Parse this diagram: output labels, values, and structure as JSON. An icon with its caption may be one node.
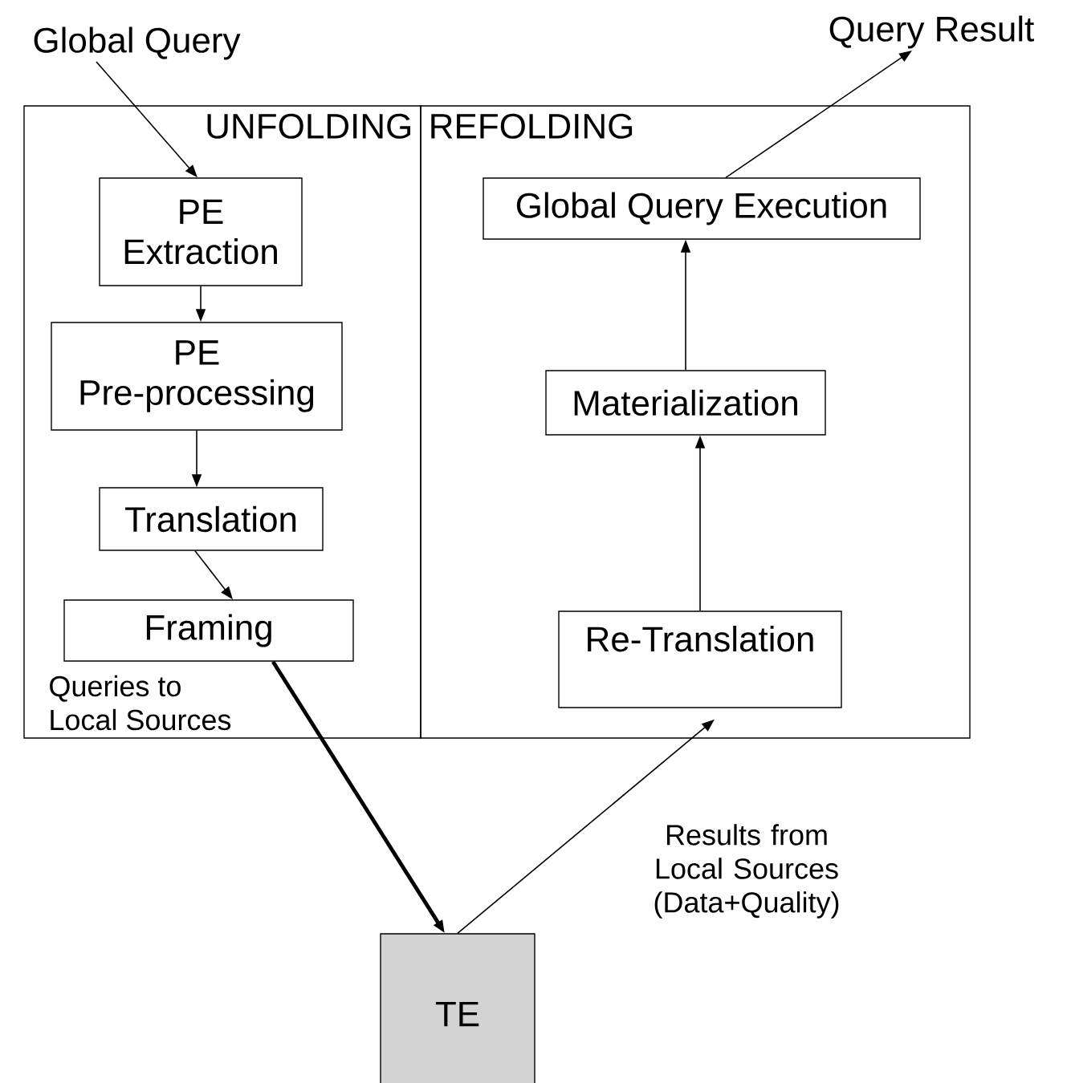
{
  "diagram": {
    "nodes": [
      {
        "text": [
          "Global Query"
        ]
      },
      {
        "text": [
          "Query Result"
        ]
      },
      {
        "text": [
          "UNFOLDING"
        ]
      },
      {
        "text": [
          "REFOLDING"
        ]
      },
      {
        "text": [
          "PE Extraction"
        ],
        "in": 2
      },
      {
        "text": [
          "PE Pre-processing"
        ],
        "in": 2
      },
      {
        "text": [
          "Translation"
        ],
        "in": 2
      },
      {
        "text": [
          "Framing"
        ],
        "in": 2
      },
      {
        "text": [
          "Global Query Execution"
        ],
        "in": 3
      },
      {
        "text": [
          "Materialization"
        ],
        "in": 3
      },
      {
        "text": [
          "Re-Translation"
        ],
        "in": 3
      },
      {
        "text": [
          "TE"
        ]
      }
    ],
    "edges": [
      {
        "from": 0,
        "to": 4,
        "arrow": "to"
      },
      {
        "from": 4,
        "to": 5,
        "arrow": "to"
      },
      {
        "from": 5,
        "to": 6,
        "arrow": "to"
      },
      {
        "from": 6,
        "to": 7,
        "arrow": "to"
      },
      {
        "from": 7,
        "to": 11,
        "arrow": "to",
        "style": "thick"
      },
      {
        "from": 11,
        "to": 10,
        "arrow": "to"
      },
      {
        "from": 10,
        "to": 9,
        "arrow": "to"
      },
      {
        "from": 9,
        "to": 8,
        "arrow": "to"
      },
      {
        "from": 8,
        "to": 1,
        "arrow": "to"
      }
    ],
    "labels": [
      "Queries to Local Sources",
      "Results from Local Sources (Data+Quality)"
    ]
  }
}
